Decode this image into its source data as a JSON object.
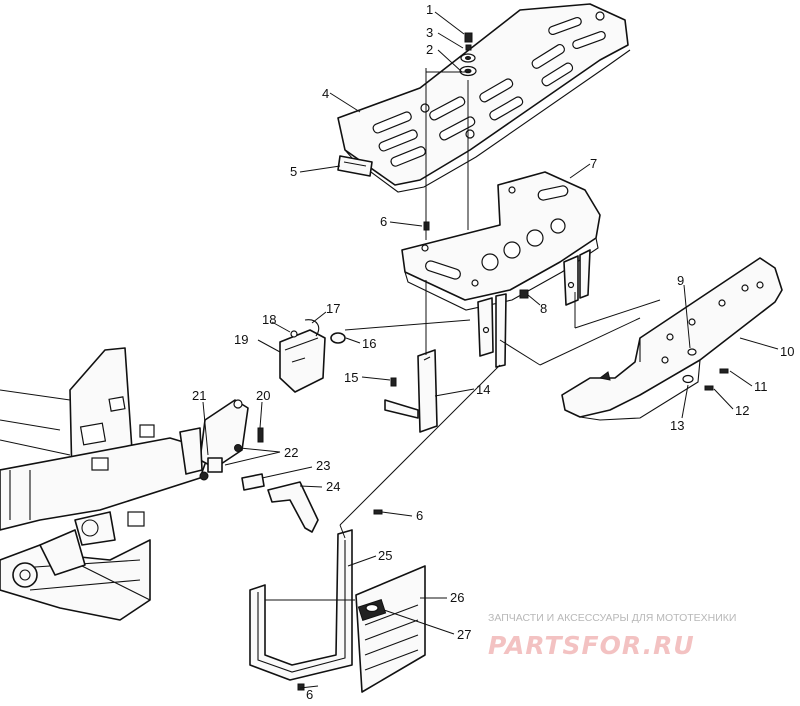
{
  "callouts": [
    "1",
    "2",
    "3",
    "4",
    "5",
    "6",
    "7",
    "8",
    "9",
    "10",
    "11",
    "12",
    "13",
    "14",
    "15",
    "16",
    "17",
    "18",
    "19",
    "20",
    "21",
    "22",
    "23",
    "24",
    "25",
    "26",
    "27"
  ],
  "watermark": {
    "top_text": "ЗАПЧАСТИ И АКСЕССУАРЫ ДЛЯ МОТОТЕХНИКИ",
    "logo_text": "PARTSFOR.RU"
  }
}
